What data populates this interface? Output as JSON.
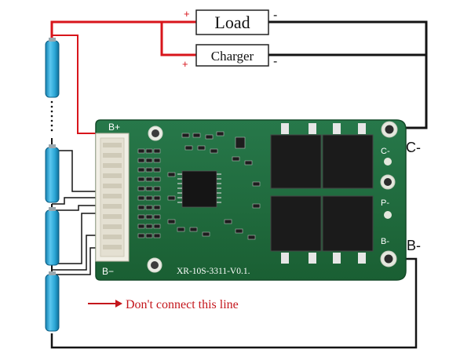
{
  "load": {
    "label": "Load",
    "plus": "+",
    "minus": "-"
  },
  "charger": {
    "label": "Charger",
    "plus": "+",
    "minus": "-"
  },
  "terminals": {
    "c_minus": "C-",
    "b_minus": "B-"
  },
  "board": {
    "b_plus": "B+",
    "b_minus": "B−",
    "c_pad": "C-",
    "p_pad": "P-",
    "b_pad": "B-",
    "model": "XR-10S-3311-V0.1."
  },
  "note": {
    "text": "Don't connect this line"
  },
  "colors": {
    "wire_red": "#d8151b",
    "wire_black": "#141414",
    "pcb_green": "#1f6b3a",
    "cell_blue": "#2aa6d6",
    "note_red": "#c4161c"
  }
}
